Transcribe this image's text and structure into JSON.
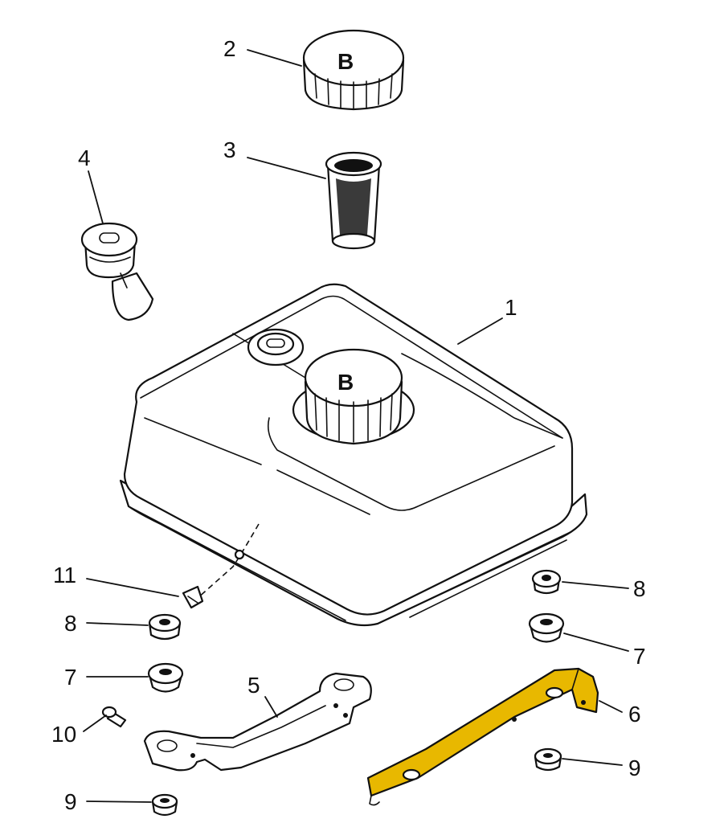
{
  "diagram": {
    "highlight_color": "#e8b800",
    "parts": [
      {
        "id": "tank",
        "callout": "1"
      },
      {
        "id": "fuel-cap",
        "callout": "2"
      },
      {
        "id": "fuel-strainer",
        "callout": "3"
      },
      {
        "id": "fuel-gauge",
        "callout": "4"
      },
      {
        "id": "bracket-left",
        "callout": "5"
      },
      {
        "id": "bracket-right",
        "callout": "6"
      },
      {
        "id": "mount-grommet-right",
        "callout": "7"
      },
      {
        "id": "mount-grommet-left",
        "callout": "7"
      },
      {
        "id": "collar-right",
        "callout": "8"
      },
      {
        "id": "collar-left",
        "callout": "8"
      },
      {
        "id": "bolt-right",
        "callout": "9"
      },
      {
        "id": "bolt-left",
        "callout": "9"
      },
      {
        "id": "bolt-bracket",
        "callout": "10"
      },
      {
        "id": "hose-clip",
        "callout": "11"
      }
    ]
  }
}
